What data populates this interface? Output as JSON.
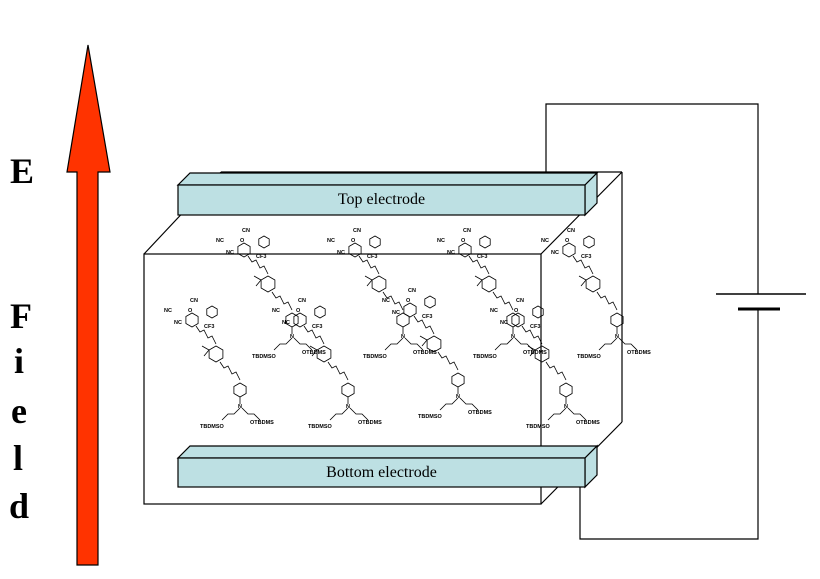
{
  "field_label": {
    "letters": [
      "E",
      "F",
      "i",
      "e",
      "l",
      "d"
    ]
  },
  "electrodes": {
    "top_label": "Top electrode",
    "bottom_label": "Bottom electrode",
    "fill_color": "#bde0e3"
  },
  "arrow": {
    "color": "#ff3300"
  },
  "molecule_labels": {
    "cyano": "CN",
    "nc": "NC",
    "cf3": "CF3",
    "oxygen": "O",
    "nitrogen": "N",
    "silyl_left": "TBDMSO",
    "silyl_right": "OTBDMS"
  }
}
